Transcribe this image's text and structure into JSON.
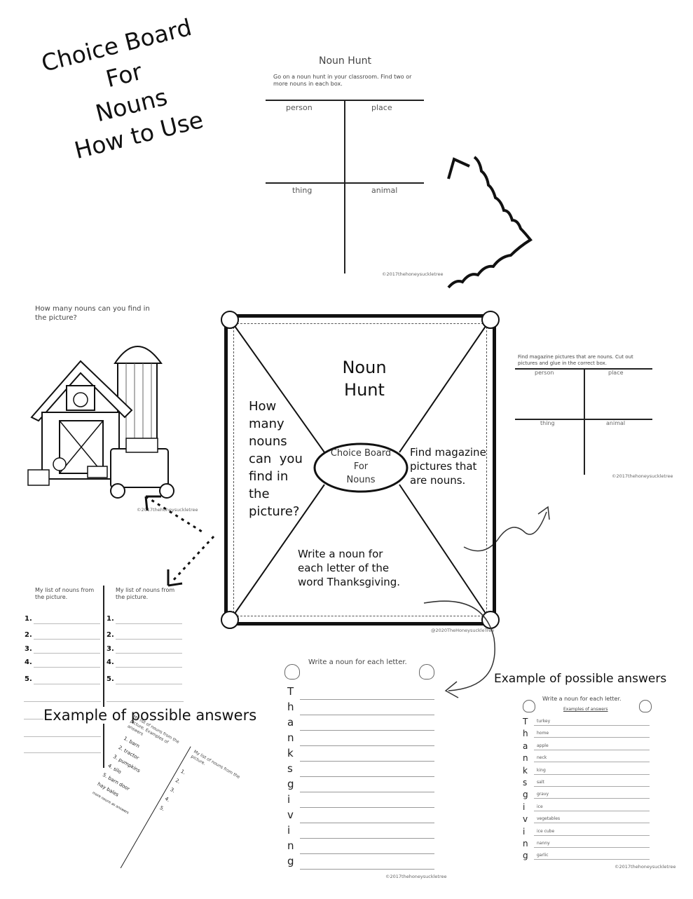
{
  "title": [
    "Choice Board",
    "For",
    "Nouns",
    "How to Use"
  ],
  "noun_hunt_sheet": {
    "title": "Noun Hunt",
    "instructions": "Go on a noun hunt in your classroom. Find two or more nouns in each box.",
    "boxes": [
      "person",
      "place",
      "thing",
      "animal"
    ],
    "copyright": "©2017thehoneysuckletree"
  },
  "picture_sheet": {
    "question": "How many nouns can you find in the picture?",
    "copyright": "©2017thehoneysuckletree"
  },
  "magazine_sheet": {
    "instructions": "Find magazine pictures that are nouns. Cut out pictures and glue in the correct box.",
    "boxes": [
      "person",
      "place",
      "thing",
      "animal"
    ],
    "copyright": "©2017thehoneysuckletree"
  },
  "choice_board": {
    "top": [
      "Noun",
      "Hunt"
    ],
    "left": [
      "How",
      "many",
      "nouns",
      "can  you",
      "find in",
      "the",
      "picture?"
    ],
    "right": [
      "Find magazine",
      "pictures that",
      "are nouns."
    ],
    "bottom": [
      "Write a noun for",
      "each letter of the",
      "word Thanksgiving."
    ],
    "center": [
      "Choice Board",
      "For",
      "Nouns"
    ],
    "copyright": "@2020TheHoneysuckleTree"
  },
  "list_sheet": {
    "header_left": "My list of nouns from the picture.",
    "header_right": "My list of nouns from the picture.",
    "numbers": [
      "1.",
      "2.",
      "3.",
      "4.",
      "5."
    ]
  },
  "example_label_left": "Example of possible answers",
  "example_label_right": "Example of possible answers",
  "rotated_example": {
    "header_left": "My list of nouns from the picture. Examples of answers",
    "header_right": "My list of nouns from the picture.",
    "numbers": [
      "1.",
      "2.",
      "3.",
      "4.",
      "5."
    ],
    "answers": [
      "barn",
      "tractor",
      "pumpkins",
      "silo",
      "barn door"
    ],
    "extra": [
      "hay bales",
      "more nouns as answers"
    ]
  },
  "thanksgiving_sheet": {
    "title": "Write a noun for each letter.",
    "letters": [
      "T",
      "h",
      "a",
      "n",
      "k",
      "s",
      "g",
      "i",
      "v",
      "i",
      "n",
      "g"
    ],
    "copyright": "©2017thehoneysuckletree"
  },
  "example_sheet": {
    "title": "Write a noun for each letter.",
    "subtitle": "Examples of answers",
    "letters": [
      "T",
      "h",
      "a",
      "n",
      "k",
      "s",
      "g",
      "i",
      "v",
      "i",
      "n",
      "g"
    ],
    "answers": [
      "turkey",
      "home",
      "apple",
      "neck",
      "king",
      "salt",
      "gravy",
      "ice",
      "vegetables",
      "ice cube",
      "nanny",
      "garlic"
    ],
    "copyright": "©2017thehoneysuckletree"
  }
}
